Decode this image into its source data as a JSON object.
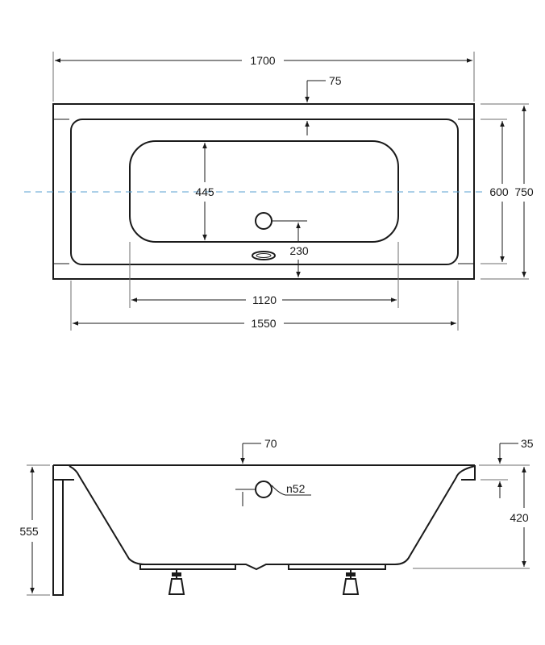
{
  "top_view": {
    "overall_length": "1700",
    "rim_width": "75",
    "basin_width": "445",
    "inner_width": "600",
    "overall_width": "750",
    "drain_offset": "230",
    "basin_length": "1120",
    "inner_length": "1550"
  },
  "side_view": {
    "rim_width": "70",
    "lip_thickness": "35",
    "overflow_diameter": "n52",
    "overall_height": "555",
    "basin_depth": "420"
  },
  "colors": {
    "outline": "#1a1a1a",
    "centerline": "#5aa0d0",
    "extension": "#6e6e6e"
  }
}
